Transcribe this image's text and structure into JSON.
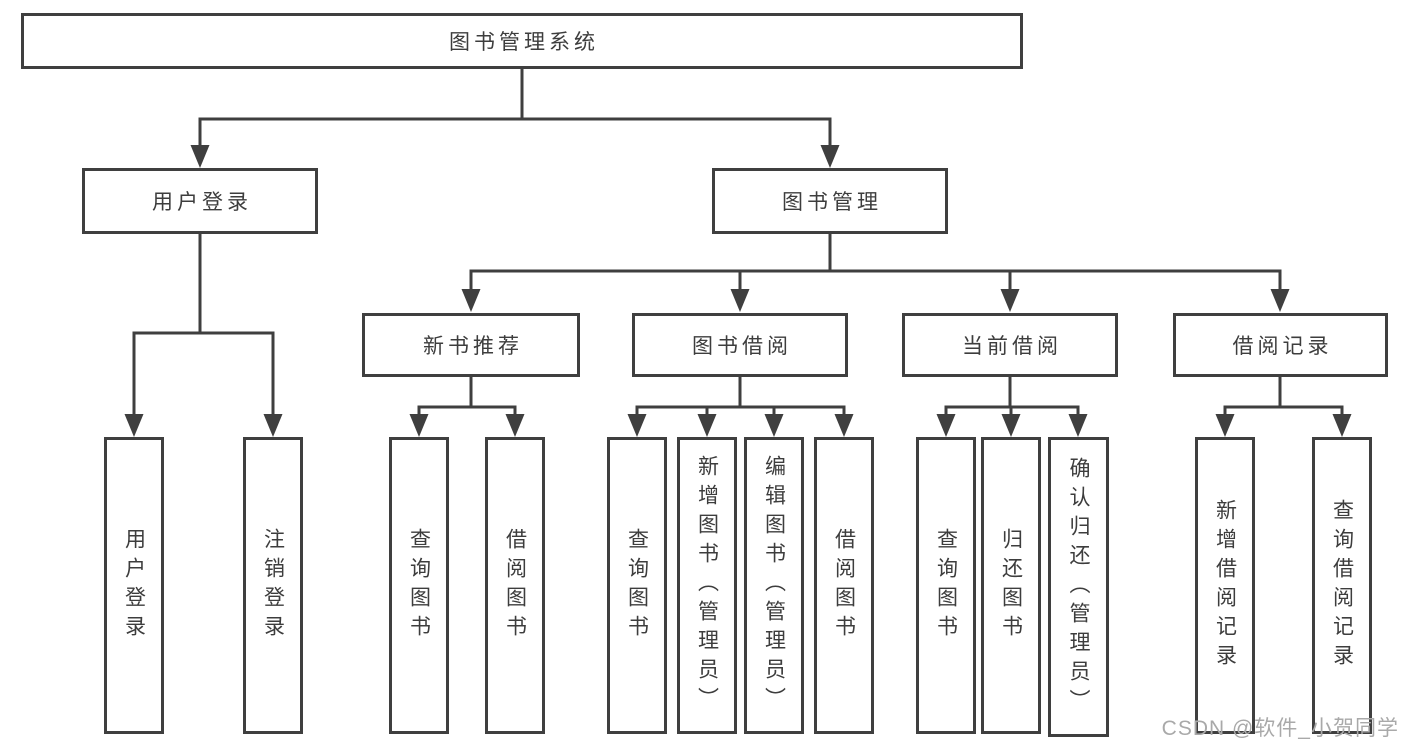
{
  "root": {
    "label": "图书管理系统",
    "children": [
      {
        "label": "用户登录",
        "children": [
          {
            "label": "用户登录"
          },
          {
            "label": "注销登录"
          }
        ]
      },
      {
        "label": "图书管理",
        "children": [
          {
            "label": "新书推荐",
            "children": [
              {
                "label": "查询图书"
              },
              {
                "label": "借阅图书"
              }
            ]
          },
          {
            "label": "图书借阅",
            "children": [
              {
                "label": "查询图书"
              },
              {
                "label": "新增图书（管理员）"
              },
              {
                "label": "编辑图书（管理员）"
              },
              {
                "label": "借阅图书"
              }
            ]
          },
          {
            "label": "当前借阅",
            "children": [
              {
                "label": "查询图书"
              },
              {
                "label": "归还图书"
              },
              {
                "label": "确认归还（管理员）"
              }
            ]
          },
          {
            "label": "借阅记录",
            "children": [
              {
                "label": "新增借阅记录"
              },
              {
                "label": "查询借阅记录"
              }
            ]
          }
        ]
      }
    ]
  },
  "watermark": {
    "text": "CSDN @软件_小贺同学"
  },
  "colors": {
    "ink": "#3f3f3f",
    "text": "#3d3d3d",
    "box_fill": "#ffffff",
    "watermark": "#a9a9a9",
    "background": "#ffffff"
  }
}
